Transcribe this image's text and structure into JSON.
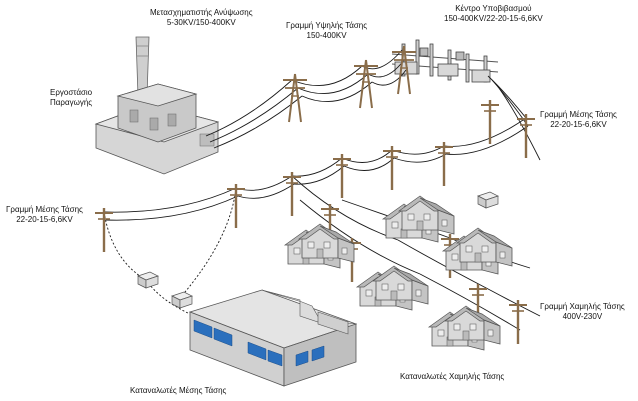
{
  "labels": {
    "step_up_transformer": {
      "line1": "Μετασχηματιστής Ανύψωσης",
      "line2": "5-30KV/150-400KV"
    },
    "high_voltage_line": {
      "line1": "Γραμμή Υψηλής Τάσης",
      "line2": "150-400KV"
    },
    "step_down_center": {
      "line1": "Κέντρο Υποβιβασμού",
      "line2": "150-400KV/22-20-15-6,6KV"
    },
    "power_plant": {
      "line1": "Εργοστάσιο",
      "line2": "Παραγωγής"
    },
    "medium_voltage_line_right": {
      "line1": "Γραμμή Μέσης Τάσης",
      "line2": "22-20-15-6,6KV"
    },
    "medium_voltage_line_left": {
      "line1": "Γραμμή Μέσης Τάσης",
      "line2": "22-20-15-6,6KV"
    },
    "low_voltage_line": {
      "line1": "Γραμμή Χαμηλής Τάσης",
      "line2": "400V-230V"
    },
    "medium_voltage_consumers": {
      "line1": "Καταναλωτές Μέσης Τάσης"
    },
    "low_voltage_consumers": {
      "line1": "Καταναλωτές Χαμηλής Τάσης"
    }
  },
  "colors": {
    "wire": "#1a1a1a",
    "pole": "#8a6d4a",
    "building": "#d7d7d7",
    "window": "#2a6fbd"
  }
}
